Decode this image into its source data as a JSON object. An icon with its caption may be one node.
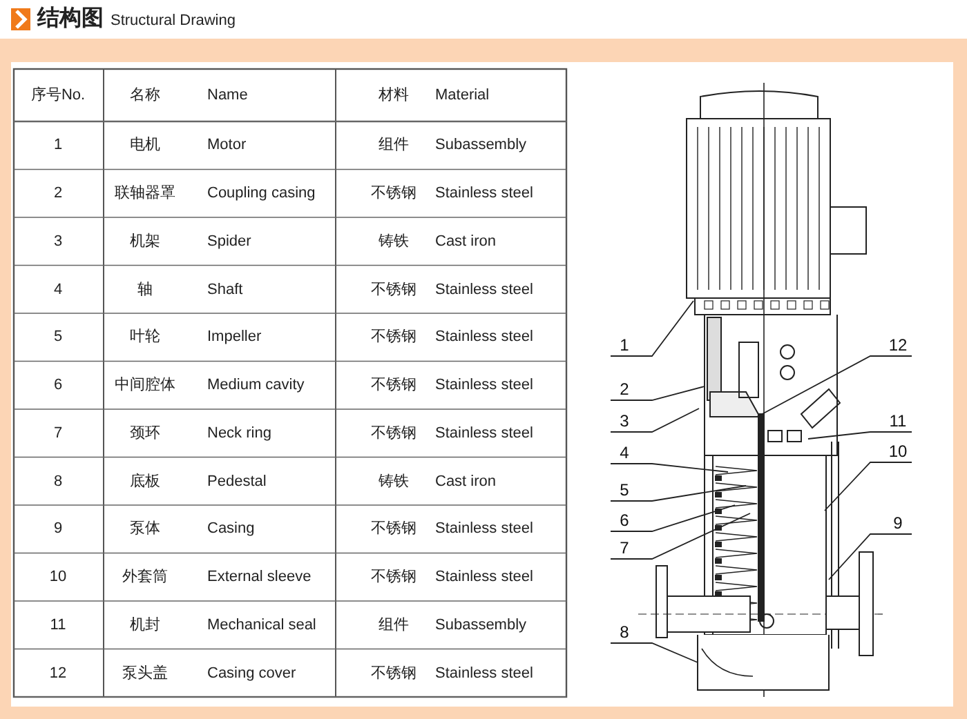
{
  "diagram": {
    "title": "结构图",
    "nodes": [
      {
        "text": [
          "1"
        ]
      },
      {
        "text": [
          "2"
        ]
      },
      {
        "text": [
          "3"
        ]
      },
      {
        "text": [
          "4"
        ]
      },
      {
        "text": [
          "5"
        ]
      },
      {
        "text": [
          "6"
        ]
      },
      {
        "text": [
          "7"
        ]
      },
      {
        "text": [
          "8"
        ]
      },
      {
        "text": [
          "9"
        ]
      },
      {
        "text": [
          "10"
        ]
      },
      {
        "text": [
          "11"
        ]
      },
      {
        "text": [
          "12"
        ]
      }
    ],
    "edges": [
      {
        "from": 0,
        "to": null,
        "arrow": "none"
      },
      {
        "from": 1,
        "to": null,
        "arrow": "none"
      },
      {
        "from": 2,
        "to": null,
        "arrow": "none"
      },
      {
        "from": 3,
        "to": null,
        "arrow": "none"
      },
      {
        "from": 4,
        "to": null,
        "arrow": "none"
      },
      {
        "from": 5,
        "to": null,
        "arrow": "none"
      },
      {
        "from": 6,
        "to": null,
        "arrow": "none"
      },
      {
        "from": 7,
        "to": null,
        "arrow": "none"
      },
      {
        "from": 8,
        "to": null,
        "arrow": "none"
      },
      {
        "from": 9,
        "to": null,
        "arrow": "none"
      },
      {
        "from": 10,
        "to": null,
        "arrow": "none"
      },
      {
        "from": 11,
        "to": null,
        "arrow": "none"
      }
    ],
    "labels": [
      "Structural Drawing",
      "序号No.",
      "名称",
      "Name",
      "材料",
      "Material",
      "1",
      "电机",
      "Motor",
      "组件",
      "Subassembly",
      "2",
      "联轴器罩",
      "Coupling casing",
      "不锈钢",
      "Stainless steel",
      "3",
      "机架",
      "Spider",
      "铸铁",
      "Cast iron",
      "4",
      "轴",
      "Shaft",
      "不锈钢",
      "Stainless steel",
      "5",
      "叶轮",
      "Impeller",
      "不锈钢",
      "Stainless steel",
      "6",
      "中间腔体",
      "Medium cavity",
      "不锈钢",
      "Stainless steel",
      "7",
      "颈环",
      "Neck ring",
      "不锈钢",
      "Stainless steel",
      "8",
      "底板",
      "Pedestal",
      "铸铁",
      "Cast iron",
      "9",
      "泵体",
      "Casing",
      "不锈钢",
      "Stainless steel",
      "10",
      "外套筒",
      "External sleeve",
      "不锈钢",
      "Stainless steel",
      "11",
      "机封",
      "Mechanical seal",
      "组件",
      "Subassembly",
      "12",
      "泵头盖",
      "Casing cover",
      "不锈钢",
      "Stainless steel"
    ]
  }
}
